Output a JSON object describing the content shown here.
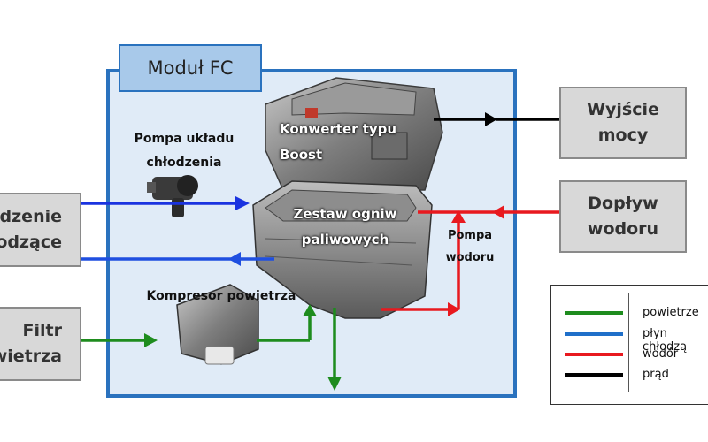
{
  "module": {
    "title": "Moduł FC"
  },
  "boxes": {
    "power_output": {
      "line1": "Wyjście",
      "line2": "mocy"
    },
    "hydrogen_supply": {
      "line1": "Dopływ",
      "line2": "wodoru"
    },
    "cooling_device": {
      "line1": "ądzenie",
      "line2": "odzące"
    },
    "air_filter": {
      "line1": "Filtr",
      "line2": "wietrza"
    }
  },
  "labels": {
    "boost_converter": {
      "line1": "Konwerter typu",
      "line2": "Boost"
    },
    "fuel_cell_stack": {
      "line1": "Zestaw ogniw",
      "line2": "paliwowych"
    },
    "cooling_pump": {
      "line1": "Pompa układu",
      "line2": "chłodzenia"
    },
    "hydrogen_pump": {
      "line1": "Pompa",
      "line2": "wodoru"
    },
    "air_compressor": "Kompresor powietrza"
  },
  "legend": {
    "items": [
      {
        "label": "powietrze",
        "color": "#1e8c1e"
      },
      {
        "label": "płyn chłodzą",
        "color": "#1f6fc9"
      },
      {
        "label": "wodór",
        "color": "#e8191f"
      },
      {
        "label": "prąd",
        "color": "#000000"
      }
    ]
  },
  "colors": {
    "air": "#1e8c1e",
    "coolant_in": "#1a33e0",
    "coolant_out": "#1f4fe0",
    "hydrogen": "#e8191f",
    "power": "#000000",
    "module_border": "#2a72be",
    "module_fill": "#e0ebf7"
  }
}
